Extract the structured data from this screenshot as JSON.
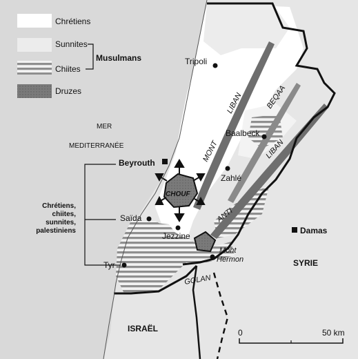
{
  "legend": {
    "chretiens": "Chrétiens",
    "sunnites": "Sunnites",
    "chiites": "Chiites",
    "musulmans": "Musulmans",
    "druzes": "Druzes"
  },
  "places": {
    "tripoli": "Tripoli",
    "baalbeck": "Baalbeck",
    "zahle": "Zahlé",
    "beyrouth": "Beyrouth",
    "saida": "Saïda",
    "jezzine": "Jezzine",
    "tyr": "Tyr",
    "damas": "Damas",
    "mont_hermon_1": "Mont",
    "mont_hermon_2": "Hermon",
    "chouf": "CHOUF"
  },
  "regions": {
    "mer_1": "MER",
    "mer_2": "MEDITERRANÉE",
    "mont": "MONT",
    "liban": "LIBAN",
    "beqaa": "BEQAA",
    "liban_2": "LIBAN",
    "anti": "ANTI",
    "golan": "GOLAN",
    "syrie": "SYRIE",
    "israel": "ISRAËL"
  },
  "annotation": {
    "line1": "Chrétiens,",
    "line2": "chiites,",
    "line3": "sunnites,",
    "line4": "palestiniens"
  },
  "scale": {
    "zero": "0",
    "max": "50 km"
  },
  "colors": {
    "sea": "#d9d9d9",
    "chretiens": "#ffffff",
    "sunnites": "#ececec",
    "chiites_stripe": "#8f8f8f",
    "druzes": "#7a7a7a",
    "mountain": "#6e6e6e",
    "border": "#111111"
  }
}
